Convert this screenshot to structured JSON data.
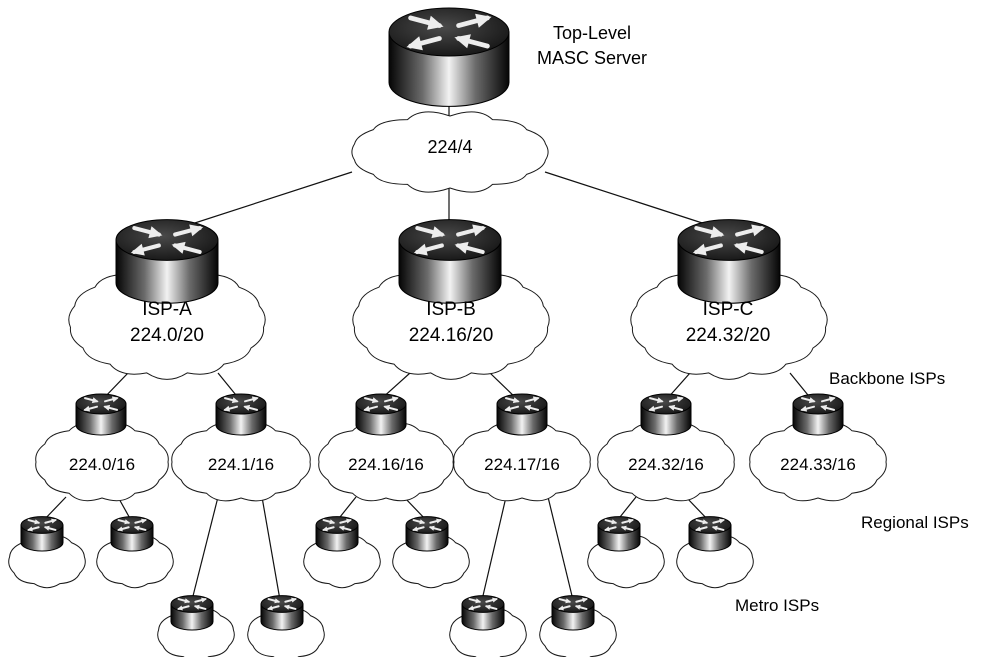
{
  "top_server": {
    "label_line1": "Top-Level",
    "label_line2": "MASC Server",
    "prefix": "224/4"
  },
  "backbone": [
    {
      "name": "ISP-A",
      "prefix": "224.0/20"
    },
    {
      "name": "ISP-B",
      "prefix": "224.16/20"
    },
    {
      "name": "ISP-C",
      "prefix": "224.32/20"
    }
  ],
  "regional": [
    {
      "prefix": "224.0/16"
    },
    {
      "prefix": "224.1/16"
    },
    {
      "prefix": "224.16/16"
    },
    {
      "prefix": "224.17/16"
    },
    {
      "prefix": "224.32/16"
    },
    {
      "prefix": "224.33/16"
    }
  ],
  "tier_labels": {
    "backbone": "Backbone ISPs",
    "regional": "Regional ISPs",
    "metro": "Metro ISPs"
  },
  "colors": {
    "router_top": "#1e1e1e",
    "router_side_light": "#f2f2f2",
    "cloud_fill": "#ffffff",
    "line": "#111111"
  },
  "icons": [
    "router-icon",
    "cloud-icon"
  ]
}
